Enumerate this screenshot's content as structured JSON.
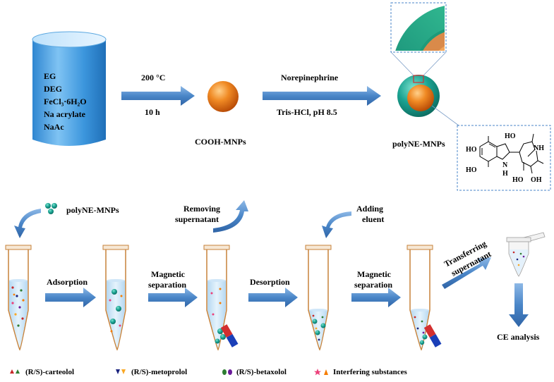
{
  "beaker": {
    "reagents": [
      "EG",
      "DEG",
      "FeCl₃·6H₂O",
      "Na acrylate",
      "NaAc"
    ]
  },
  "step1": {
    "top": "200 °C",
    "bottom": "10 h"
  },
  "cooh_label": "COOH-MNPs",
  "step2": {
    "top": "Norepinephrine",
    "bottom": "Tris-HCl, pH 8.5"
  },
  "polyne_label": "polyNE-MNPs",
  "molecule": {
    "atoms": [
      "HO",
      "HO",
      "N",
      "H",
      "HO",
      "NH",
      "HO",
      "OH"
    ]
  },
  "workflow": {
    "add_particles": "polyNE-MNPs",
    "removing": [
      "Removing",
      "supernatant"
    ],
    "adding": [
      "Adding",
      "eluent"
    ],
    "arrows": [
      {
        "lines": [
          "Adsorption"
        ]
      },
      {
        "lines": [
          "Magnetic",
          "separation"
        ]
      },
      {
        "lines": [
          "Desorption"
        ]
      },
      {
        "lines": [
          "Magnetic",
          "separation"
        ]
      }
    ],
    "transferring": [
      "Transferring",
      "supernatant"
    ],
    "ce_analysis": "CE analysis"
  },
  "legend": [
    {
      "label": "(R/S)-carteolol",
      "colors": [
        "#c62828",
        "#2e7d32"
      ]
    },
    {
      "label": "(R/S)-metoprolol",
      "colors": [
        "#1a237e",
        "#f9a825"
      ]
    },
    {
      "label": "(R/S)-betaxolol",
      "colors": [
        "#2e7d32",
        "#6a1b9a"
      ]
    },
    {
      "label": "Interfering substances",
      "colors": [
        "#ec407a",
        "#f57c00"
      ]
    }
  ],
  "colors": {
    "arrow_blue": "#4a86c8",
    "beaker_blue": "#3b8fd6",
    "particle_orange": "#e87722",
    "shell_teal": "#1aa392",
    "tube_outline": "#c7823a"
  }
}
